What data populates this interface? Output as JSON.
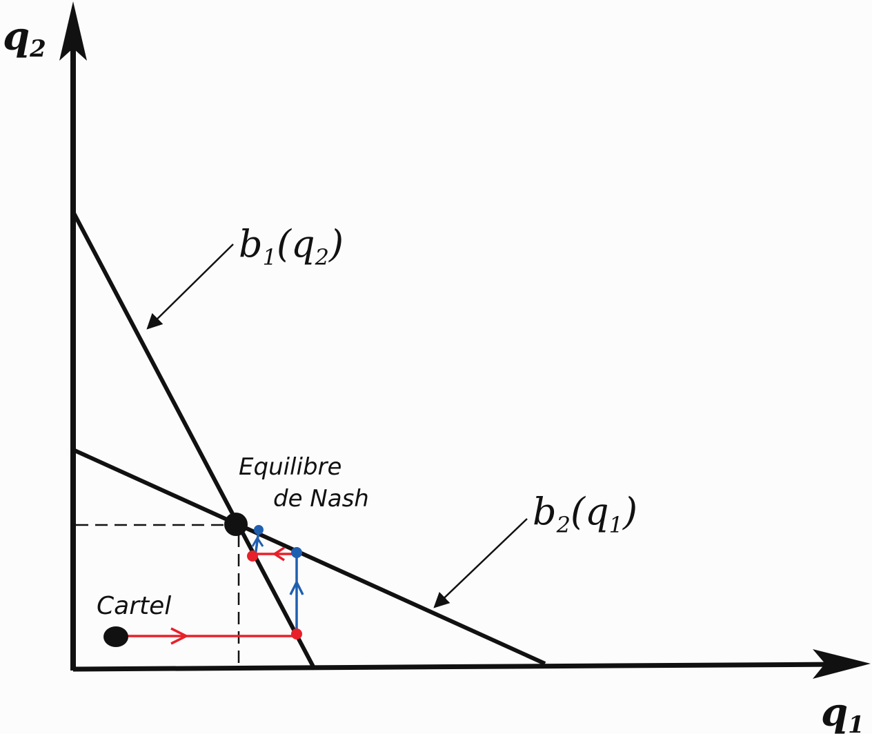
{
  "axes": {
    "x_label": "q",
    "x_sub": "1",
    "y_label": "q",
    "y_sub": "2"
  },
  "curves": {
    "b1": {
      "label": "b",
      "sub1": "1",
      "open": "(q",
      "sub2": "2",
      "close": ")"
    },
    "b2": {
      "label": "b",
      "sub1": "2",
      "open": "(q",
      "sub2": "1",
      "close": ")"
    }
  },
  "annotations": {
    "nash_line1": "Equilibre",
    "nash_line2": "de Nash",
    "cartel": "Cartel"
  },
  "colors": {
    "ink": "#111111",
    "adjust_red": "#e8202a",
    "adjust_blue": "#1f5fb0",
    "background": "#fcfcfc"
  }
}
